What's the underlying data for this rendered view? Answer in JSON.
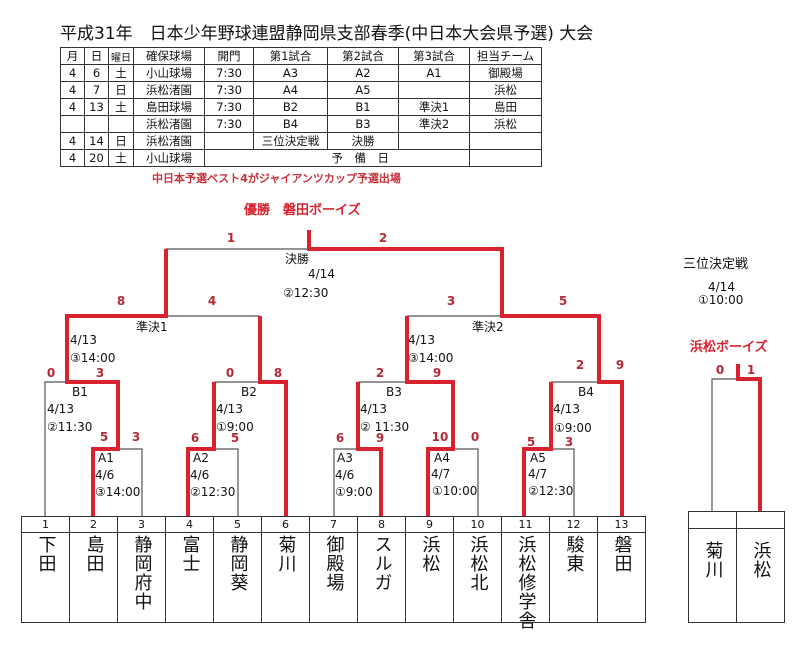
{
  "title": "平成31年　日本少年野球連盟静岡県支部春季(中日本大会県予選) 大会",
  "schedule": {
    "headers": [
      "月",
      "日",
      "曜日",
      "確保球場",
      "開門",
      "第1試合",
      "第2試合",
      "第3試合",
      "担当チーム"
    ],
    "rows": [
      [
        "4",
        "6",
        "土",
        "小山球場",
        "7:30",
        "A3",
        "A2",
        "A1",
        "御殿場"
      ],
      [
        "4",
        "7",
        "日",
        "浜松渚園",
        "7:30",
        "A4",
        "A5",
        "",
        "浜松"
      ],
      [
        "4",
        "13",
        "土",
        "島田球場",
        "7:30",
        "B2",
        "B1",
        "準決1",
        "島田"
      ],
      [
        "",
        "",
        "",
        "浜松渚園",
        "7:30",
        "B4",
        "B3",
        "準決2",
        "浜松"
      ],
      [
        "4",
        "14",
        "日",
        "浜松渚園",
        "",
        "三位決定戦",
        "決勝",
        "",
        ""
      ],
      [
        "4",
        "20",
        "土",
        "小山球場",
        "予　備　日",
        ""
      ]
    ]
  },
  "note": "中日本予選ベスト4がジャイアンツカップ予選出場",
  "champion": "優勝　磐田ボーイズ",
  "third_place_winner": "浜松ボーイズ",
  "matches": {
    "final": {
      "name": "決勝",
      "date": "4/14",
      "time": "②12:30"
    },
    "semi1": {
      "name": "準決1",
      "date": "4/13",
      "time": "③14:00"
    },
    "semi2": {
      "name": "準決2",
      "date": "4/13",
      "time": "③14:00"
    },
    "b1": {
      "name": "B1",
      "date": "4/13",
      "time": "②11:30"
    },
    "b2": {
      "name": "B2",
      "date": "4/13",
      "time": "①9:00"
    },
    "b3": {
      "name": "B3",
      "date": "4/13",
      "time": "② 11:30"
    },
    "b4": {
      "name": "B4",
      "date": "4/13",
      "time": "①9:00"
    },
    "a1": {
      "name": "A1",
      "date": "4/6",
      "time": "③14:00"
    },
    "a2": {
      "name": "A2",
      "date": "4/6",
      "time": "②12:30"
    },
    "a3": {
      "name": "A3",
      "date": "4/6",
      "time": "①9:00"
    },
    "a4": {
      "name": "A4",
      "date": "4/7",
      "time": "①10:00"
    },
    "a5": {
      "name": "A5",
      "date": "4/7",
      "time": "②12:30"
    },
    "third": {
      "name": "三位決定戦",
      "date": "4/14",
      "time": "①10:00"
    }
  },
  "scores": {
    "final": [
      "1",
      "2"
    ],
    "semi1": [
      "8",
      "4"
    ],
    "semi2": [
      "3",
      "5"
    ],
    "b1": [
      "0",
      "3"
    ],
    "b2": [
      "0",
      "8"
    ],
    "b3": [
      "2",
      "9"
    ],
    "b4": [
      "2",
      "9"
    ],
    "a1": [
      "5",
      "3"
    ],
    "a2": [
      "6",
      "5"
    ],
    "a3": [
      "6",
      "9"
    ],
    "a4": [
      "10",
      "0"
    ],
    "a5": [
      "5",
      "3"
    ],
    "third": [
      "0",
      "1"
    ]
  },
  "teams": [
    {
      "no": "1",
      "name": "下田"
    },
    {
      "no": "2",
      "name": "島田"
    },
    {
      "no": "3",
      "name": "静岡府中"
    },
    {
      "no": "4",
      "name": "富士"
    },
    {
      "no": "5",
      "name": "静岡葵"
    },
    {
      "no": "6",
      "name": "菊川"
    },
    {
      "no": "7",
      "name": "御殿場"
    },
    {
      "no": "8",
      "name": "スルガ"
    },
    {
      "no": "9",
      "name": "浜松"
    },
    {
      "no": "10",
      "name": "浜松北"
    },
    {
      "no": "11",
      "name": "浜松修学舎"
    },
    {
      "no": "12",
      "name": "駿東"
    },
    {
      "no": "13",
      "name": "磐田"
    }
  ],
  "third_teams": [
    {
      "name": "菊川"
    },
    {
      "name": "浜松"
    }
  ],
  "colors": {
    "win_line": "#d8232f",
    "line": "#555555"
  }
}
